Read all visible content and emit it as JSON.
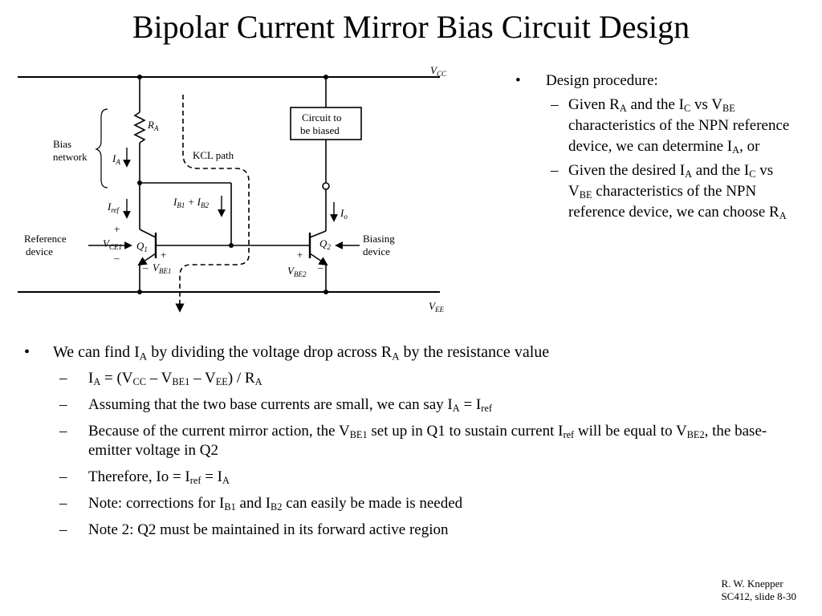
{
  "slide": {
    "title": "Bipolar Current Mirror Bias Circuit Design"
  },
  "diagram": {
    "labels": {
      "vcc": "V",
      "vcc_sub": "CC",
      "vee": "V",
      "vee_sub": "EE",
      "ra": "R",
      "ra_sub": "A",
      "bias_network_1": "Bias",
      "bias_network_2": "network",
      "ia": "I",
      "ia_sub": "A",
      "kcl_path": "KCL path",
      "circuit_1": "Circuit to",
      "circuit_2": "be biased",
      "iref": "I",
      "iref_sub": "ref",
      "ib_sum_1": "I",
      "ib_sum_1_sub": "B1",
      "ib_sum_plus": " + ",
      "ib_sum_2": "I",
      "ib_sum_2_sub": "B2",
      "io": "I",
      "io_sub": "o",
      "reference_1": "Reference",
      "reference_2": "device",
      "vce1": "V",
      "vce1_sub": "CE1",
      "q1": "Q",
      "q1_sub": "1",
      "q2": "Q",
      "q2_sub": "2",
      "biasing_1": "Biasing",
      "biasing_2": "device",
      "vbe1": "V",
      "vbe1_sub": "BE1",
      "vbe2": "V",
      "vbe2_sub": "BE2",
      "plus": "+",
      "minus": "–"
    }
  },
  "right_text": {
    "bullet": "•",
    "heading": "Design procedure:",
    "dash": "–",
    "item1": {
      "p1": "Given R",
      "s1": "A",
      "p2": " and the I",
      "s2": "C",
      "p3": " vs V",
      "s3": "BE",
      "p4": " characteristics of the NPN reference device, we can determine I",
      "s4": "A",
      "p5": ", or"
    },
    "item2": {
      "p1": "Given the desired I",
      "s1": "A",
      "p2": " and the I",
      "s2": "C",
      "p3": " vs V",
      "s3": "BE",
      "p4": " characteristics of the NPN reference device, we can choose R",
      "s4": "A"
    }
  },
  "lower_text": {
    "bullet": "•",
    "dash": "–",
    "main": {
      "p1": "We can find I",
      "s1": "A",
      "p2": " by dividing the voltage drop across R",
      "s2": "A",
      "p3": " by the resistance value"
    },
    "eq": {
      "p1": "I",
      "s1": "A",
      "p2": " = (V",
      "s2": "CC",
      "p3": " – V",
      "s3": "BE1",
      "p4": " – V",
      "s4": "EE",
      "p5": ") / R",
      "s5": "A"
    },
    "assume": {
      "p1": "Assuming that the two base currents are small, we can say I",
      "s1": "A",
      "p2": " = I",
      "s2": "ref"
    },
    "because": {
      "p1": "Because of the current mirror action, the V",
      "s1": "BE1",
      "p2": " set up in Q1 to sustain current I",
      "s2": "ref",
      "p3": " will be equal to V",
      "s3": "BE2",
      "p4": ", the base-emitter voltage in Q2"
    },
    "therefore": {
      "p1": "Therefore, Io = I",
      "s1": "ref",
      "p2": " = I",
      "s2": "A"
    },
    "note1": {
      "p1": "Note:  corrections for I",
      "s1": "B1",
      "p2": " and I",
      "s2": "B2",
      "p3": " can easily be made is needed"
    },
    "note2": "Note 2:  Q2 must be maintained in its forward active region"
  },
  "footer": {
    "author": "R. W. Knepper",
    "slide": "SC412, slide 8-30"
  }
}
